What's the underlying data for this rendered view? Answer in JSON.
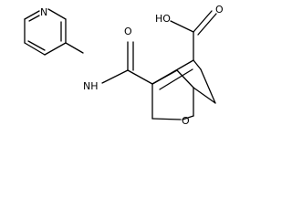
{
  "molecule": {
    "labels": {
      "pyridine_n": "N",
      "amide_nh": "NH",
      "amide_o": "O",
      "acid_oh": "HO",
      "acid_o": "O",
      "bridge_o": "O"
    }
  }
}
